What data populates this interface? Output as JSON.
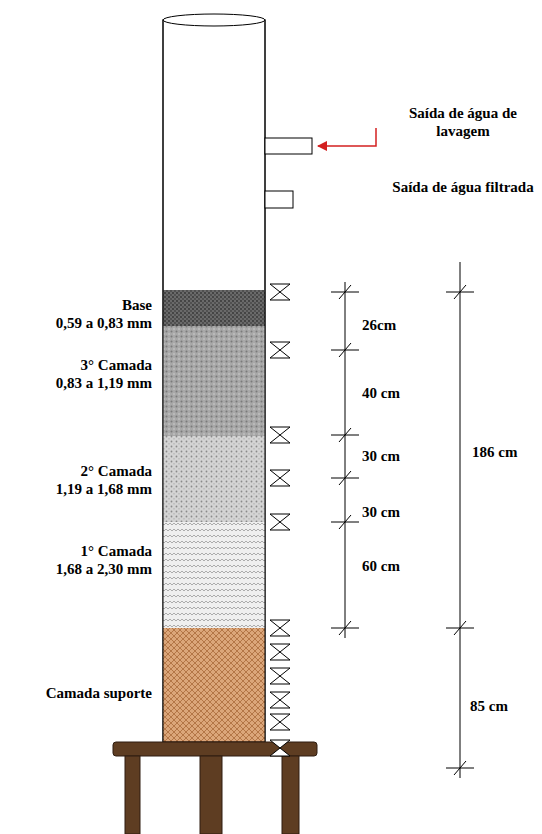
{
  "diagram": {
    "labels": [
      "Saída de água de lavagem",
      "Saída de água filtrada",
      "Base",
      "0,59 a 0,83 mm",
      "3° Camada",
      "0,83 a 1,19 mm",
      "2° Camada",
      "1,19 a 1,68 mm",
      "1° Camada",
      "1,68 a 2,30 mm",
      "Camada suporte",
      "26cm",
      "40 cm",
      "30 cm",
      "30 cm",
      "60 cm",
      "186 cm",
      "85 cm"
    ]
  }
}
